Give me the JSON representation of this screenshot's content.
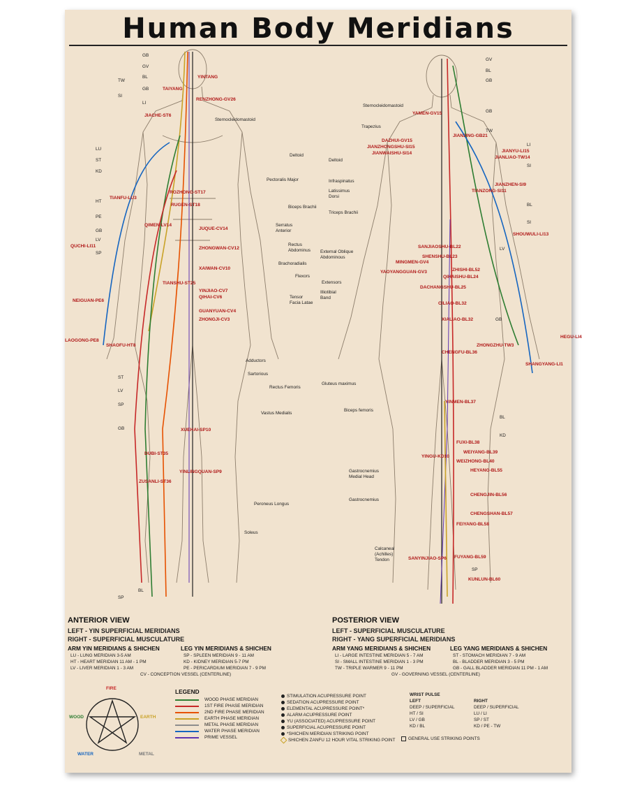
{
  "title": "Human Body Meridians",
  "anterior_codes": [
    "GB",
    "GV",
    "BL",
    "TW",
    "GB",
    "SI",
    "LI",
    "LU",
    "ST",
    "KD",
    "HT",
    "PE",
    "GB",
    "LV",
    "SP",
    "ST",
    "LV",
    "SP",
    "GB",
    "BL",
    "SP"
  ],
  "anterior_points": [
    "YINTANG",
    "TAIYANG",
    "RENZHONG-GV26",
    "JIACHE-ST6",
    "ROZHONG-ST17",
    "TIANFU-LU3",
    "RUGEN-ST18",
    "JUQUE-CV14",
    "QIMEN-LV14",
    "ZHONGWAN-CV12",
    "QUCHI-LI11",
    "XAIWAN-CV10",
    "TIANSHU-ST25",
    "YINJIAO-CV7",
    "QIHAI-CV6",
    "NEIGUAN-PE6",
    "GUANYUAN-CV4",
    "ZHONGJI-CV3",
    "LAOGONG-PE8",
    "SHAOFU-HT8",
    "XUEHAI-SP10",
    "DUBI-ST35",
    "YINLINGQUAN-SP9",
    "ZUSANLI-ST36"
  ],
  "anterior_muscles": [
    "Sternocleidomastoid",
    "Deltoid",
    "Pectoralis Major",
    "Biceps Brachii",
    "Serratus Anterior",
    "Rectus Abdominus",
    "Brachoradialis",
    "Flexors",
    "Tensor Facia Latae",
    "Adductors",
    "Sartorious",
    "Rectus Femoris",
    "Vastus Medialis",
    "Peroneus Longus",
    "Soleus"
  ],
  "posterior_codes": [
    "GV",
    "BL",
    "GB",
    "GB",
    "TW",
    "LI",
    "SI",
    "BL",
    "SI",
    "LV",
    "GB",
    "BL",
    "KD",
    "SP"
  ],
  "posterior_points": [
    "YAMEN-GV15",
    "JIANJING-GB21",
    "DAZHUI-GV15",
    "JIANYU-LI15",
    "JIANZHONGSHU-SI15",
    "JIANLIAO-TW14",
    "JIANWAISHU-SI14",
    "TIANZONG-SI11",
    "JIANZHEN-SI9",
    "SHOUWULI-LI13",
    "SANJIAOSHU-BL22",
    "SHENSHU-BL23",
    "MINGMEN-GV4",
    "ZHISHI-BL52",
    "QIHAISHU-BL24",
    "YAOYANGGUAN-GV3",
    "DACHANGSHU-BL25",
    "CILIAO-BL32",
    "XIALIAO-BL32",
    "HEGU-LI4",
    "ZHONGZHU-TW3",
    "CHENGFU-BL36",
    "SHANGYANG-LI1",
    "YINMEN-BL37",
    "FUXI-BL38",
    "YINGU-KD10",
    "WEIYANG-BL39",
    "WEIZHONG-BL40",
    "HEYANG-BL55",
    "CHENGJIN-BL56",
    "CHENGSHAN-BL57",
    "FEIYANG-BL58",
    "SANYINJIAO-SP6",
    "FUYANG-BL59",
    "KUNLUN-BL60"
  ],
  "posterior_muscles": [
    "Sternocleidomastoid",
    "Trapezius",
    "Deltoid",
    "Infraspinatus",
    "Latissimus Dorsi",
    "Triceps Brachii",
    "External Oblique Abdominous",
    "Extensors",
    "Illiotibial Band",
    "Gluteus maximus",
    "Biceps femoris",
    "Gastrocnemius Medial Head",
    "Gastrocnemius",
    "Calcaneal (Achilles) Tendon"
  ],
  "anterior_view": {
    "heading": "ANTERIOR VIEW",
    "line1": "LEFT - YIN SUPERFICIAL MERIDIANS",
    "line2": "RIGHT - SUPERFICIAL MUSCULATURE",
    "arm_heading": "ARM YIN MERIDIANS & SHICHEN",
    "arm_lines": [
      "LU - LUNG MERIDIAN 3-5 AM",
      "HT - HEART MERIDIAN 11 AM - 1 PM",
      "LV - LIVER MERIDIAN 1 - 3 AM"
    ],
    "leg_heading": "LEG YIN MERIDIANS & SHICHEN",
    "leg_lines": [
      "SP - SPLEEN MERIDIAN 9 - 11 AM",
      "KD - KIDNEY MERIDIAN 5-7 PM",
      "PE - PERICARDIUM MERIDIAN 7 - 9 PM"
    ],
    "cv_line": "CV - CONCEPTION VESSEL (CENTERLINE)"
  },
  "posterior_view": {
    "heading": "POSTERIOR VIEW",
    "line1": "LEFT - SUPERFICIAL MUSCULATURE",
    "line2": "RIGHT - YANG SUPERFICIAL MERIDIANS",
    "arm_heading": "ARM YANG MERIDIANS & SHICHEN",
    "arm_lines": [
      "LI - LARGE INTESTINE MERIDIAN 5 - 7 AM",
      "SI - SMALL INTESTINE MERIDIAN 1 - 3 PM",
      "TW - TRIPLE WARMER 9 - 11 PM"
    ],
    "leg_heading": "LEG YANG MERIDIANS & SHICHEN",
    "leg_lines": [
      "ST - STOMACH MERIDIAN 7 - 9 AM",
      "BL - BLADDER MERIDIAN 3 - 5 PM",
      "GB - GALL BLADDER MERIDIAN 11 PM - 1 AM"
    ],
    "gv_line": "GV - GOVERNING VESSEL (CENTERLINE)"
  },
  "elements": {
    "fire": "FIRE",
    "wood": "WOOD",
    "earth": "EARTH",
    "water": "WATER",
    "metal": "METAL"
  },
  "legend": {
    "heading": "LEGEND",
    "meridians": [
      {
        "label": "WOOD PHASE MERIDIAN",
        "color": "#2e7d32"
      },
      {
        "label": "1ST FIRE PHASE MERIDIAN",
        "color": "#c62828"
      },
      {
        "label": "2ND FIRE PHASE MERIDIAN",
        "color": "#e65100"
      },
      {
        "label": "EARTH PHASE MERIDIAN",
        "color": "#c9a227"
      },
      {
        "label": "METAL PHASE MERIDIAN",
        "color": "#8d8d8d"
      },
      {
        "label": "WATER PHASE MERIDIAN",
        "color": "#1565c0"
      },
      {
        "label": "PRIME VESSEL",
        "color": "#5e35b1"
      }
    ],
    "points": [
      "STIMULATION ACUPRESSURE POINT",
      "SEDATION ACUPRESSURE POINT",
      "ELEMENTAL ACUPRESSURE POINT*",
      "ALARM ACUPRESSURE POINT",
      "YU (ASSOCIATED) ACUPRESSURE POINT",
      "SUPERFICIAL ACUPRESSURE POINT",
      "*SHICHEN MERIDIAN STRIKING POINT",
      "SHICHEN ZANFU 12 HOUR VITAL STRIKING POINT"
    ],
    "general_point": "GENERAL USE STRIKING POINTS"
  },
  "wrist_pulse": {
    "heading": "WRIST PULSE",
    "left_heading": "LEFT",
    "right_heading": "RIGHT",
    "left": [
      "DEEP / SUPERFICIAL",
      "HT / SI",
      "LV / GB",
      "KD / BL"
    ],
    "right": [
      "DEEP / SUPERFICIAL",
      "LU / LI",
      "SP / ST",
      "KD / PE - TW"
    ]
  }
}
